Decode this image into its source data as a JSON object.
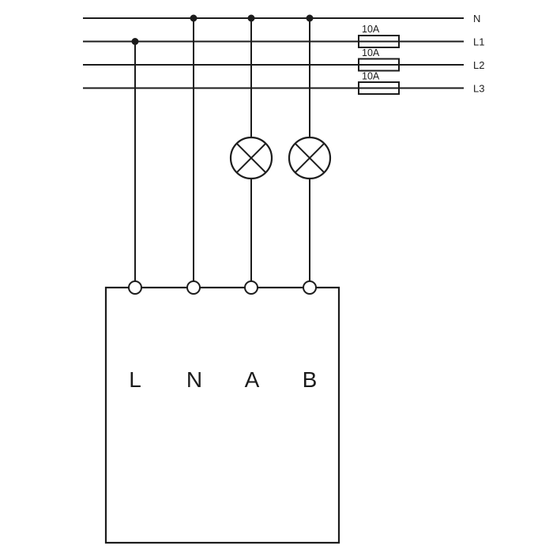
{
  "colors": {
    "line": "#1c1c1c",
    "background": "#ffffff"
  },
  "bus": {
    "lines": [
      {
        "label": "N"
      },
      {
        "label": "L1",
        "fuse_rating": "10A"
      },
      {
        "label": "L2",
        "fuse_rating": "10A"
      },
      {
        "label": "L3",
        "fuse_rating": "10A"
      }
    ]
  },
  "device": {
    "terminals": [
      {
        "label": "L"
      },
      {
        "label": "N"
      },
      {
        "label": "A"
      },
      {
        "label": "B"
      }
    ]
  }
}
